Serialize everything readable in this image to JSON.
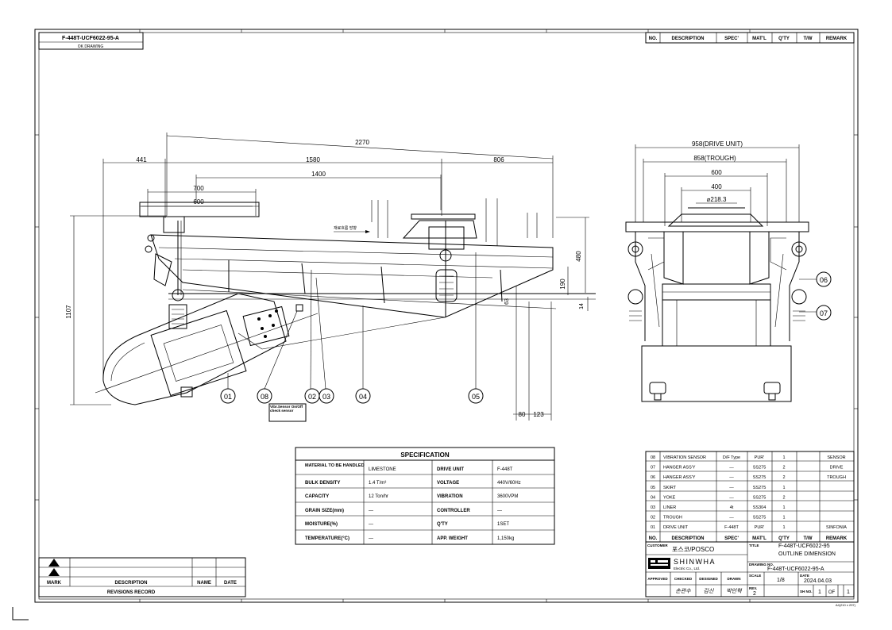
{
  "stamp": {
    "drawing_no": "F-448T-UCF6022-95-A",
    "caption": "OK DRAWING"
  },
  "parts_table": {
    "headers": [
      "NO.",
      "DESCRIPTION",
      "SPEC'",
      "MAT'L",
      "Q'TY",
      "T/W",
      "REMARK"
    ],
    "rows": [
      [
        "08",
        "VIBRATION SENSOR",
        "D/F Type",
        "PUR'",
        "1",
        "",
        "SENSOR"
      ],
      [
        "07",
        "HANGER ASS'Y",
        "—",
        "SS275",
        "2",
        "",
        "DRIVE"
      ],
      [
        "06",
        "HANGER ASS'Y",
        "—",
        "SS275",
        "2",
        "",
        "TROUGH"
      ],
      [
        "05",
        "SKIRT",
        "—",
        "SS275",
        "1",
        "",
        ""
      ],
      [
        "04",
        "YOKE",
        "—",
        "SS275",
        "2",
        "",
        ""
      ],
      [
        "03",
        "LINER",
        "4t",
        "SS304",
        "1",
        "",
        ""
      ],
      [
        "02",
        "TROUGH",
        "—",
        "SS275",
        "1",
        "",
        ""
      ],
      [
        "01",
        "DRIVE UNIT",
        "F-448T",
        "PUR'",
        "1",
        "",
        "SINFONIA"
      ]
    ]
  },
  "specification": {
    "title": "SPECIFICATION",
    "rows": [
      [
        "MATERIAL TO BE HANDLED",
        "LIMESTONE",
        "DRIVE UNIT",
        "F-448T"
      ],
      [
        "BULK DENSITY",
        "1.4 T/m³",
        "VOLTAGE",
        "440V/60Hz"
      ],
      [
        "CAPACITY",
        "12 Ton/hr",
        "VIBRATION",
        "3600VPM"
      ],
      [
        "GRAIN SIZE(mm)",
        "—",
        "CONTROLLER",
        "—"
      ],
      [
        "MOISTURE(%)",
        "—",
        "Q'TY",
        "1SET"
      ],
      [
        "TEMPERATURE(°C)",
        "—",
        "APP. WEIGHT",
        "1,150kg"
      ]
    ]
  },
  "revision": {
    "mark": "1",
    "headers": [
      "MARK",
      "DESCRIPTION",
      "NAME",
      "DATE"
    ],
    "footer": "REVISIONS RECORD"
  },
  "title_block": {
    "customer_label": "CUSTOMER",
    "customer": "포스코/POSCO",
    "title_label": "TITLE",
    "title_line1": "F-448T-UCF6022-95",
    "title_line2": "OUTLINE DIMENSION",
    "drawing_no_label": "DRAWING NO.",
    "drawing_no": "F-448T-UCF6022-95-A",
    "company_name": "SHINWHA",
    "company_sub": "Electric Co., Ltd.",
    "approved": "APPROVED",
    "checked": "CHECKED",
    "designed": "DESIGNED",
    "drawn": "DRAWN",
    "scale_label": "SCALE",
    "scale": "1/8",
    "date_label": "DATE",
    "date": "2024.04.03",
    "rev_label": "REV.",
    "rev": "2",
    "sheet_label": "SH NO.",
    "sheet_no": "1",
    "sheet_of": "OF",
    "sheet_total": "1",
    "sign1": "손관수",
    "sign2": "김신",
    "sign3": "박인혁",
    "footnote": "A4(210 x 297)"
  },
  "drawing": {
    "side_dims": [
      "2270",
      "441",
      "1580",
      "806",
      "1400",
      "700",
      "600",
      "1107",
      "480",
      "190",
      "14",
      "63",
      "80",
      "123"
    ],
    "front_dims": [
      "958(DRIVE UNIT)",
      "858(TROUGH)",
      "600",
      "400",
      "⌀218.3"
    ],
    "part_balloons": [
      "01",
      "08",
      "02",
      "03",
      "04",
      "05",
      "06",
      "07"
    ],
    "note_flow": "재료흐름 방향",
    "sensor_note": "Vibr.Sensor On/Off check sensor"
  }
}
